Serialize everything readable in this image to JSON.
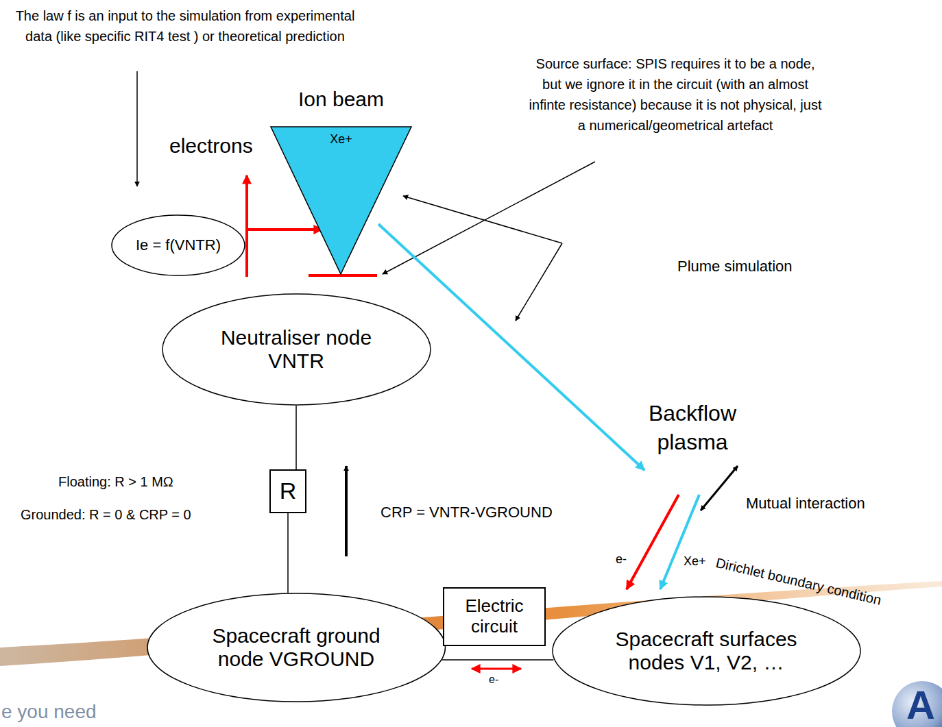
{
  "diagram": {
    "nodes": [
      {
        "text": [
          "Ie = f(VNTR)"
        ]
      },
      {
        "text": [
          "Ion beam",
          "Xe+"
        ]
      },
      {
        "text": [
          "Neutraliser node VNTR"
        ]
      },
      {
        "text": [
          "R"
        ]
      },
      {
        "text": [
          "Spacecraft ground node VGROUND"
        ]
      },
      {
        "text": [
          "Electric circuit"
        ]
      },
      {
        "text": [
          "Spacecraft surfaces nodes V1, V2, …"
        ]
      }
    ],
    "edges": [
      {
        "from": 2,
        "to": 3,
        "arrow": "none"
      },
      {
        "from": 3,
        "to": 4,
        "arrow": "none"
      },
      {
        "from": 4,
        "to": 6,
        "arrow": "none"
      }
    ],
    "labels": [
      "The law f is an input to the simulation from experimental data (like specific RIT4 test ) or theoretical prediction",
      "Source surface: SPIS requires it to be a node, but we ignore it in the circuit (with an almost infinte resistance) because it is not physical, just a numerical/geometrical artefact",
      "electrons",
      "Plume simulation",
      "Backflow plasma",
      "Floating: R > 1 MΩ",
      "Grounded: R = 0 & CRP = 0",
      "CRP = VNTR-VGROUND",
      "Mutual interaction",
      "e-",
      "Xe+",
      "Dirichlet boundary condition",
      "e-",
      "e you need",
      "A"
    ]
  }
}
